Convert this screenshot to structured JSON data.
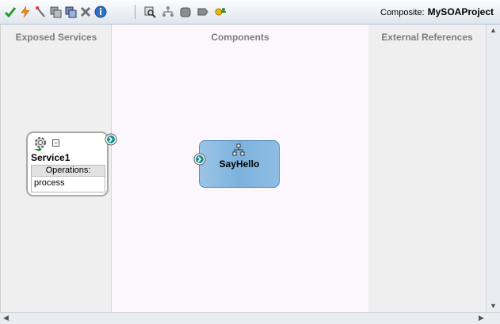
{
  "toolbar": {
    "icons": [
      "validate-check-icon",
      "lightning-icon",
      "wand-icon",
      "copy-icon",
      "paste-icon",
      "delete-icon",
      "info-icon",
      "search-icon",
      "tree-icon",
      "db-icon",
      "tag-icon",
      "plugin-icon"
    ],
    "composite_label": "Composite:",
    "composite_name": "MySOAProject"
  },
  "lanes": {
    "left": "Exposed Services",
    "middle": "Components",
    "right": "External References"
  },
  "service": {
    "name": "Service1",
    "collapse_glyph": "−",
    "operations_header": "Operations:",
    "operations": [
      "process"
    ]
  },
  "component": {
    "name": "SayHello"
  },
  "colors": {
    "component_fill": "#7cb2de",
    "connector": "#1b8f8f"
  }
}
